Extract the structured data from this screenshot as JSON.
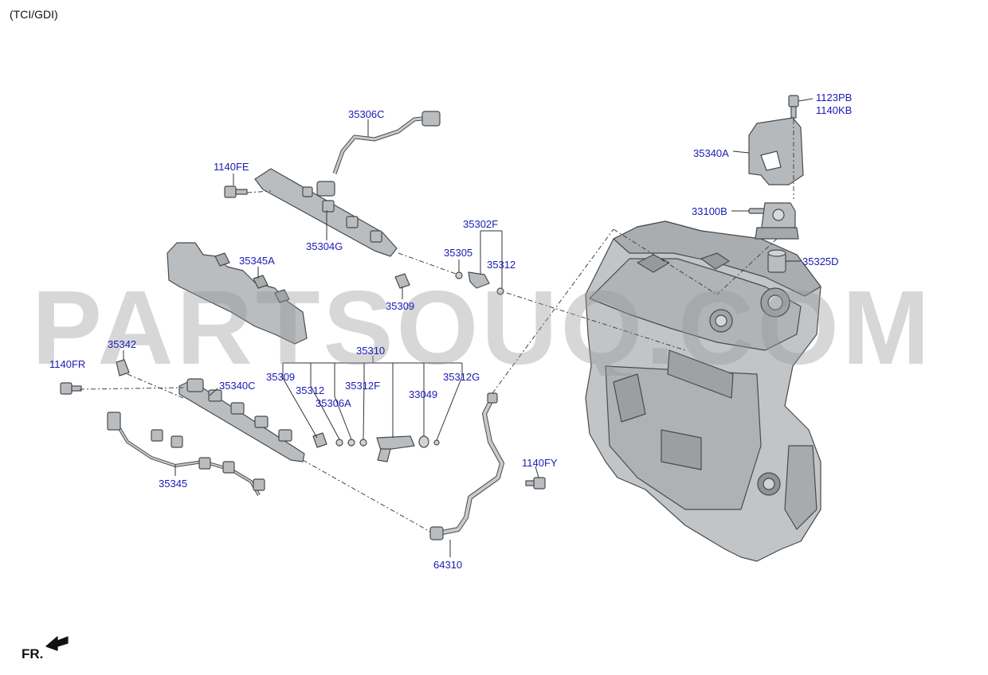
{
  "header": {
    "variant": "(TCI/GDI)"
  },
  "orientation": {
    "label": "FR."
  },
  "watermark": {
    "text": "PARTSOUQ.COM"
  },
  "colors": {
    "label": "#1a1ab8",
    "part_fill": "#b9bdc0",
    "part_stroke": "#4a4a4a",
    "leader": "#333333",
    "watermark": "#969696"
  },
  "labels": {
    "p1123PB": "1123PB",
    "p1140KB": "1140KB",
    "p35306C": "35306C",
    "p1140FE": "1140FE",
    "p35340A": "35340A",
    "p33100B": "33100B",
    "p35302F": "35302F",
    "p35304G": "35304G",
    "p35305": "35305",
    "p35312a": "35312",
    "p35325D": "35325D",
    "p35345A": "35345A",
    "p35309a": "35309",
    "p35342": "35342",
    "p35310": "35310",
    "p1140FR": "1140FR",
    "p35309b": "35309",
    "p35312G": "35312G",
    "p35340C": "35340C",
    "p35312b": "35312",
    "p35312F": "35312F",
    "p33049": "33049",
    "p35306A": "35306A",
    "p1140FY": "1140FY",
    "p35345": "35345",
    "p64310": "64310"
  }
}
